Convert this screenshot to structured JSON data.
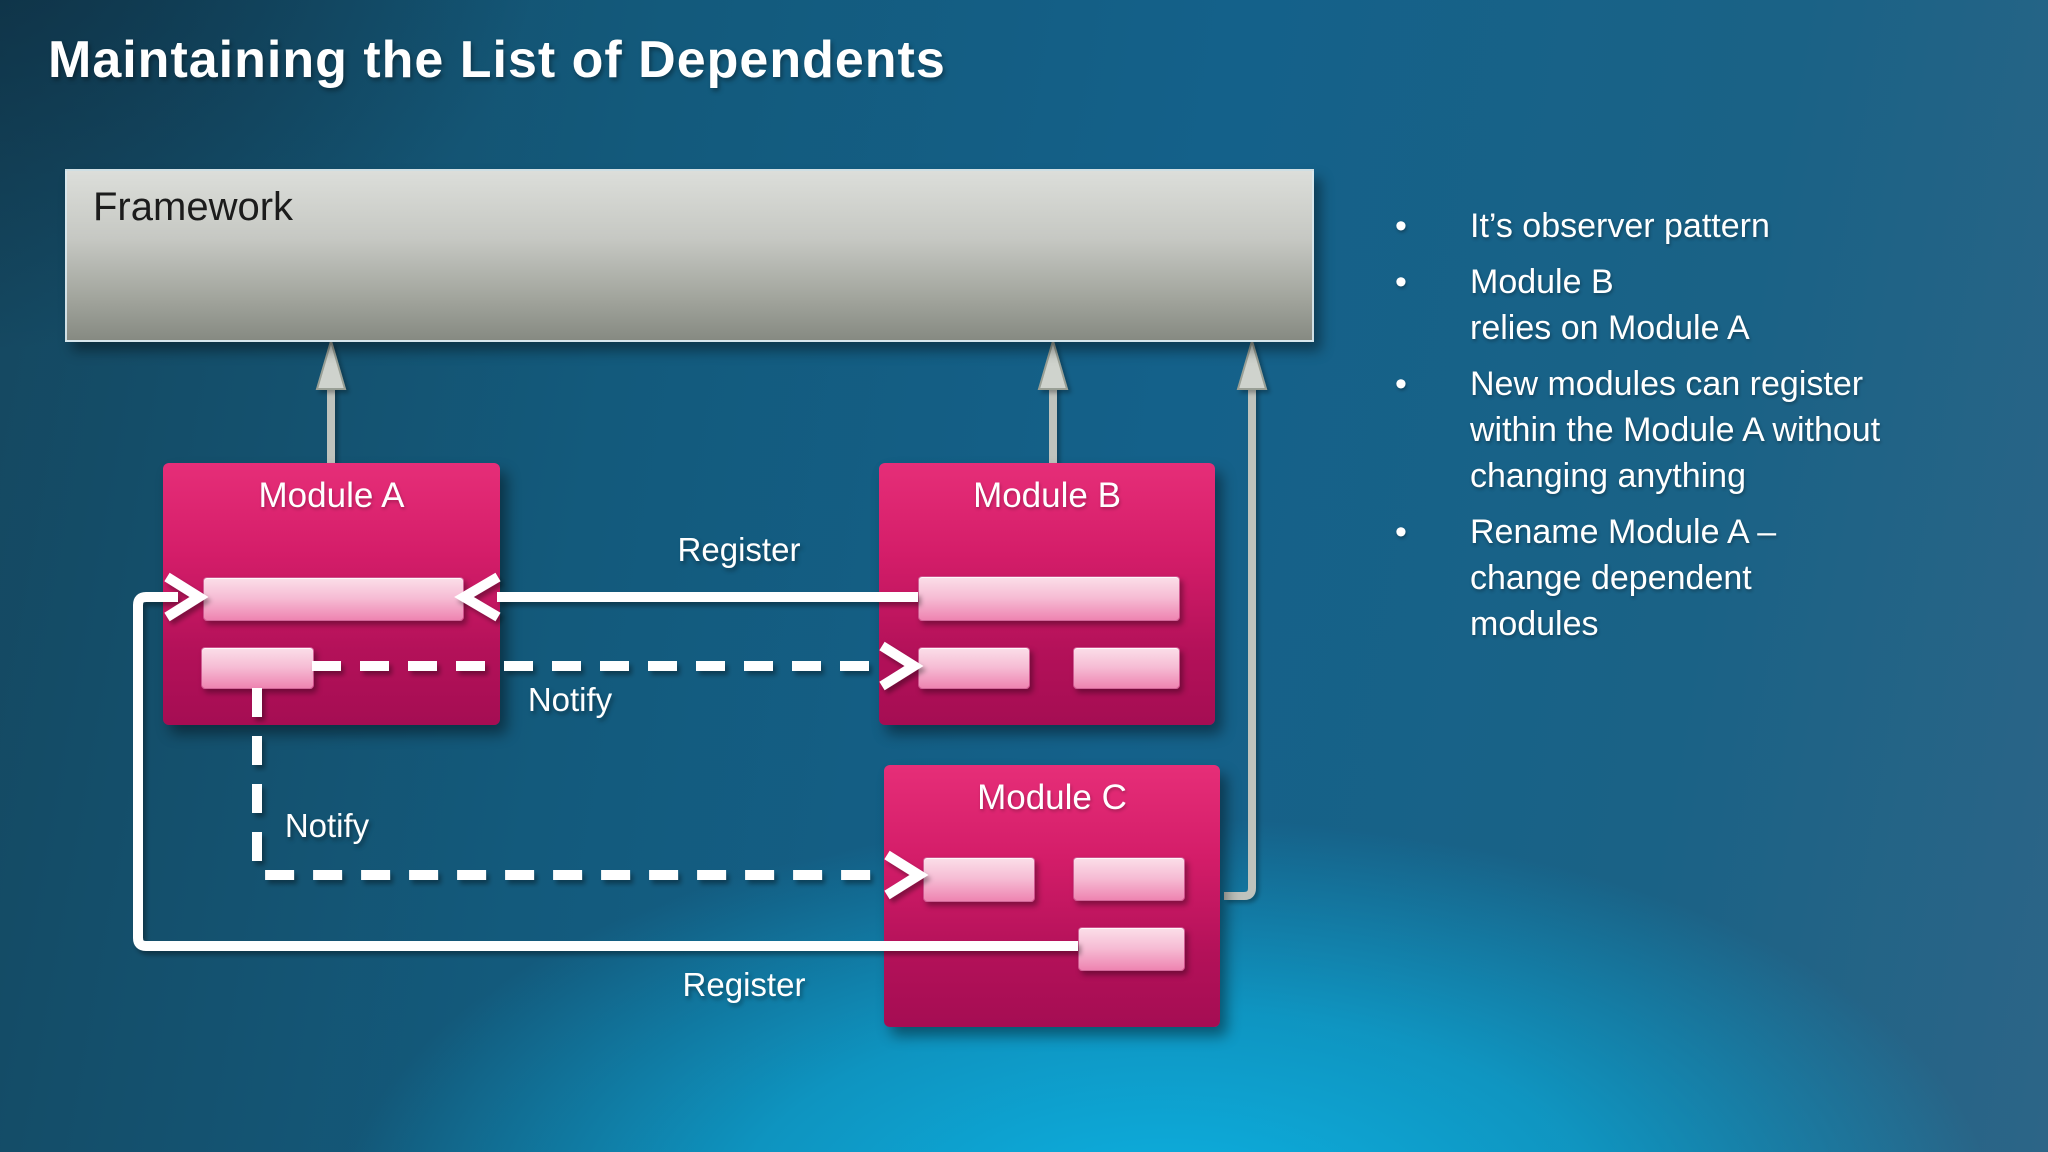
{
  "title": "Maintaining the List of Dependents",
  "diagram": {
    "framework_label": "Framework",
    "module_a_label": "Module A",
    "module_b_label": "Module B",
    "module_c_label": "Module C",
    "edge_labels": {
      "register_b_to_a": "Register",
      "notify_a_to_b": "Notify",
      "notify_a_to_c": "Notify",
      "register_c_to_a": "Register"
    }
  },
  "bullets": {
    "marker": "•",
    "items": [
      {
        "text": "It’s observer pattern"
      },
      {
        "text": "Module B\nrelies on Module A"
      },
      {
        "text": "New modules can register\nwithin the Module A without\nchanging anything"
      },
      {
        "text": "Rename Module A –\nchange dependent\nmodules"
      }
    ]
  },
  "colors": {
    "background_teal": "#136188",
    "background_glow_cyan": "#0cb2e2",
    "module_magenta_top": "#e62e78",
    "module_magenta_bottom": "#a50d53",
    "bar_pink_top": "#fbdfe9",
    "bar_pink_bottom": "#ee84b1",
    "framework_gray_top": "#dcdeda",
    "framework_gray_bottom": "#868a82",
    "connector_white": "#ffffff",
    "connector_gray": "#c0c4be",
    "text_white": "#ffffff",
    "text_black": "#1c1c1c"
  }
}
